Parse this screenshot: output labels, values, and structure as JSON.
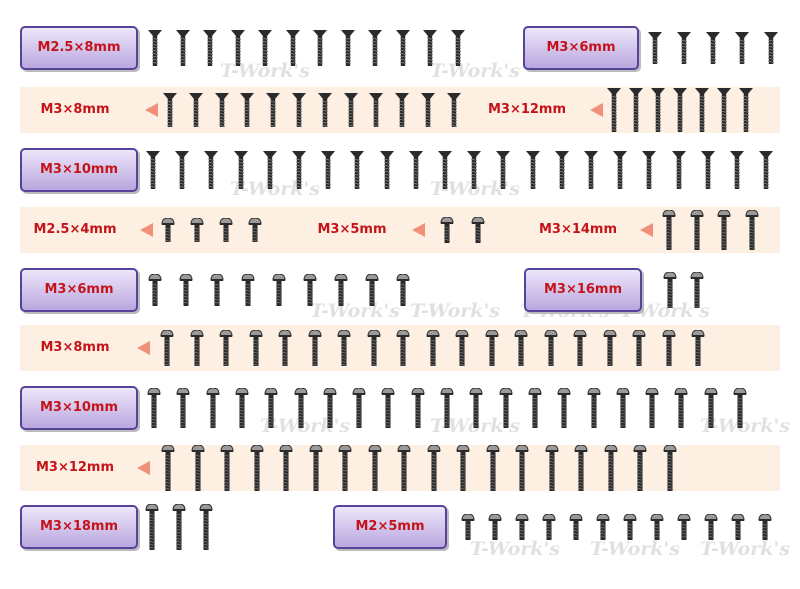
{
  "watermark": "T-Work's",
  "colors": {
    "band_bg": "#fdf0e2",
    "label_text": "#c4141a",
    "label_border": "#55449a",
    "arrow": "#f0907a",
    "screw_metal": "#2b2b2b"
  },
  "rows": [
    {
      "banded": false,
      "groups": [
        {
          "label": "M2.5×8mm",
          "label_style": "boxed",
          "screw_type": "flat",
          "count": 12
        },
        {
          "label": "M3×6mm",
          "label_style": "boxed",
          "screw_type": "flat",
          "count": 5
        }
      ]
    },
    {
      "banded": true,
      "groups": [
        {
          "label": "M3×8mm",
          "label_style": "plain",
          "screw_type": "flat",
          "count": 12
        },
        {
          "label": "M3×12mm",
          "label_style": "plain",
          "screw_type": "flat",
          "count": 7
        }
      ]
    },
    {
      "banded": false,
      "groups": [
        {
          "label": "M3×10mm",
          "label_style": "boxed",
          "screw_type": "flat",
          "count": 22
        }
      ]
    },
    {
      "banded": true,
      "groups": [
        {
          "label": "M2.5×4mm",
          "label_style": "plain",
          "screw_type": "button",
          "count": 4
        },
        {
          "label": "M3×5mm",
          "label_style": "plain",
          "screw_type": "button",
          "count": 2
        },
        {
          "label": "M3×14mm",
          "label_style": "plain",
          "screw_type": "button",
          "count": 4
        }
      ]
    },
    {
      "banded": false,
      "groups": [
        {
          "label": "M3×6mm",
          "label_style": "boxed",
          "screw_type": "button",
          "count": 9
        },
        {
          "label": "M3×16mm",
          "label_style": "boxed",
          "screw_type": "button",
          "count": 2
        }
      ]
    },
    {
      "banded": true,
      "groups": [
        {
          "label": "M3×8mm",
          "label_style": "plain",
          "screw_type": "button",
          "count": 19
        }
      ]
    },
    {
      "banded": false,
      "groups": [
        {
          "label": "M3×10mm",
          "label_style": "boxed",
          "screw_type": "button",
          "count": 21
        }
      ]
    },
    {
      "banded": true,
      "groups": [
        {
          "label": "M3×12mm",
          "label_style": "plain",
          "screw_type": "button",
          "count": 18
        }
      ]
    },
    {
      "banded": false,
      "groups": [
        {
          "label": "M3×18mm",
          "label_style": "boxed",
          "screw_type": "button",
          "count": 3
        },
        {
          "label": "M2×5mm",
          "label_style": "boxed",
          "screw_type": "button",
          "count": 12
        }
      ]
    }
  ]
}
